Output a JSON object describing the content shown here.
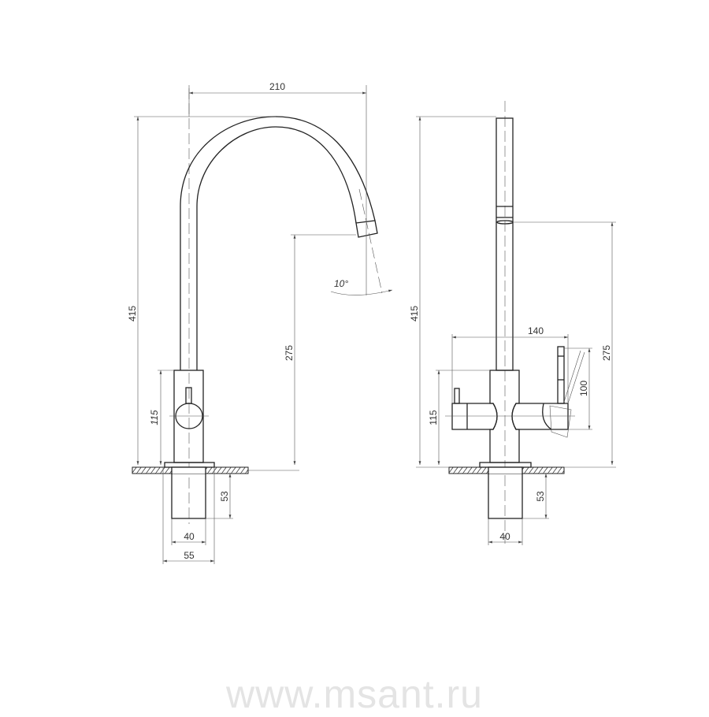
{
  "title": "Faucet dimension drawing",
  "front_view": {
    "dims": {
      "width_spout": "210",
      "height_total": "415",
      "height_spout": "275",
      "height_body": "115",
      "shank_depth": "53",
      "shank_diameter": "40",
      "base_diameter": "55",
      "angle": "10°"
    }
  },
  "side_view": {
    "dims": {
      "height_total": "415",
      "handle_reach": "140",
      "lever_height": "100",
      "height_spout": "275",
      "height_body": "115",
      "shank_depth": "53",
      "shank_diameter": "40"
    }
  },
  "watermark": "www.msant.ru"
}
